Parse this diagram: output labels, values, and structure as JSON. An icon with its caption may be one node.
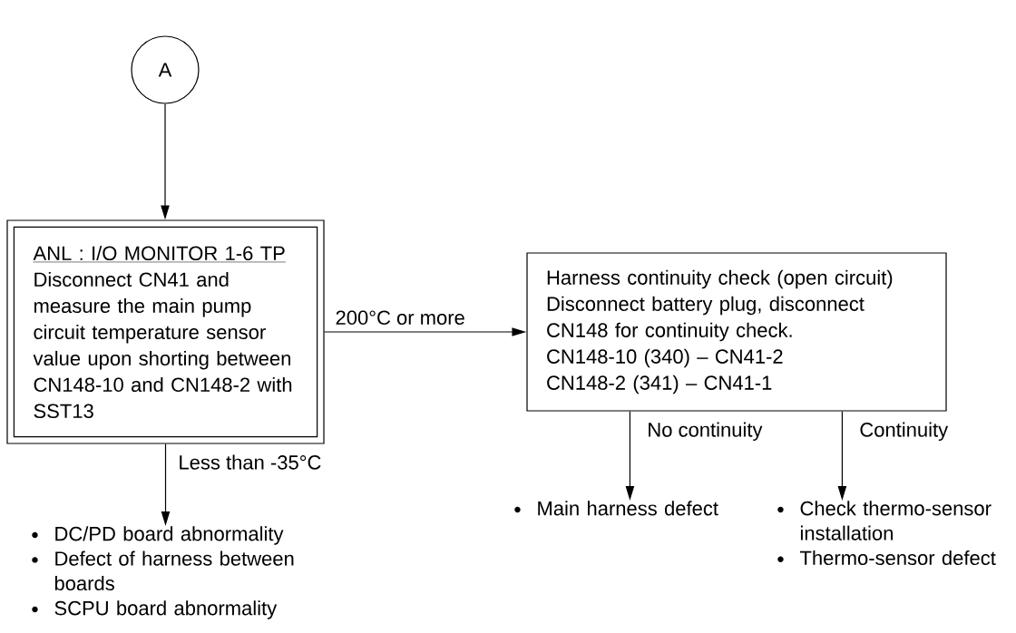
{
  "diagram": {
    "nodes": [
      {
        "text": [
          "A"
        ]
      },
      {
        "text": [
          "ANL : I/O MONITOR 1-6 TP",
          "Disconnect CN41 and measure the main pump circuit temperature sensor value upon shorting between CN148-10 and CN148-2 with SST13"
        ]
      },
      {
        "text": [
          "Harness continuity check (open circuit)",
          "Disconnect battery plug, disconnect CN148 for continuity check.",
          "CN148-10 (340) – CN41-2",
          "CN148-2 (341) – CN41-1"
        ]
      },
      {
        "text": [
          "DC/PD board abnormality",
          "Defect of harness between boards",
          "SCPU board abnormality"
        ]
      },
      {
        "text": [
          "Main harness defect"
        ]
      },
      {
        "text": [
          "Check thermo-sensor installation",
          "Thermo-sensor defect"
        ]
      }
    ],
    "edges": [
      {
        "from": 0,
        "to": 1,
        "arrow": "to"
      },
      {
        "from": 1,
        "to": 2,
        "arrow": "to",
        "label": "200°C or more"
      },
      {
        "from": 1,
        "to": 3,
        "arrow": "to",
        "label": "Less than -35°C"
      },
      {
        "from": 2,
        "to": 4,
        "arrow": "to",
        "label": "No continuity"
      },
      {
        "from": 2,
        "to": 5,
        "arrow": "to",
        "label": "Continuity"
      }
    ]
  }
}
